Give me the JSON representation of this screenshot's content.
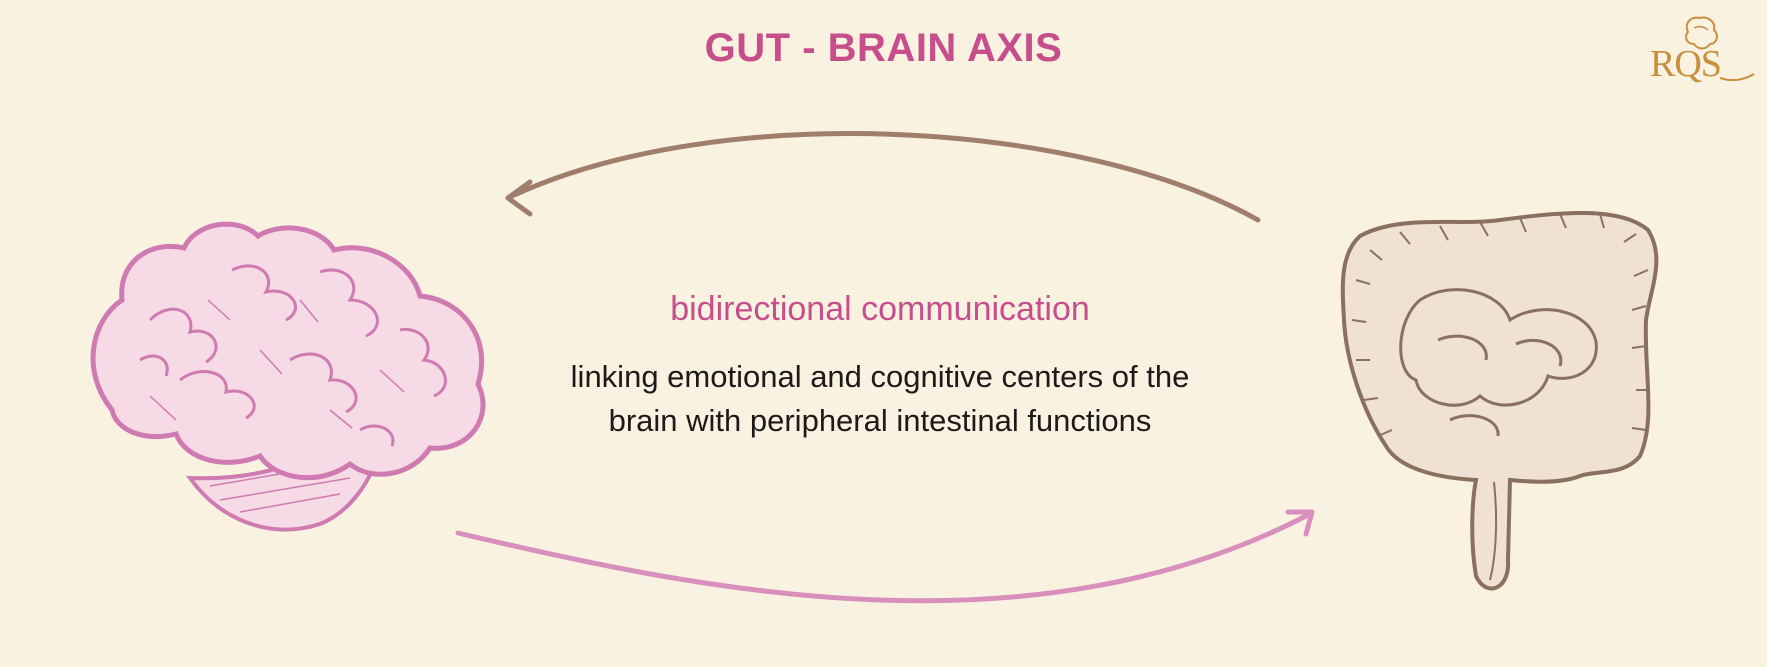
{
  "title": "GUT - BRAIN AXIS",
  "logo_text": "RQS",
  "subtitle": "bidirectional communication",
  "description_lines": [
    "linking emotional and cognitive centers of the",
    "brain with peripheral intestinal functions"
  ],
  "colors": {
    "background": "#f9f2e1",
    "accent_pink": "#c64f8b",
    "brain_stroke": "#cf7ab0",
    "brain_fill": "#f6dbe6",
    "gut_stroke": "#8a705f",
    "gut_fill": "#efe1d4",
    "arrow_top": "#a07e6c",
    "arrow_bottom": "#d98fbc",
    "logo_gold": "#c98e3b",
    "text_dark": "#1e1a19"
  },
  "icons": {
    "brain": "brain-illustration",
    "gut": "intestines-illustration",
    "arrow_top": "curved-arrow-left",
    "arrow_bottom": "curved-arrow-right",
    "logo": "lion-emblem"
  }
}
